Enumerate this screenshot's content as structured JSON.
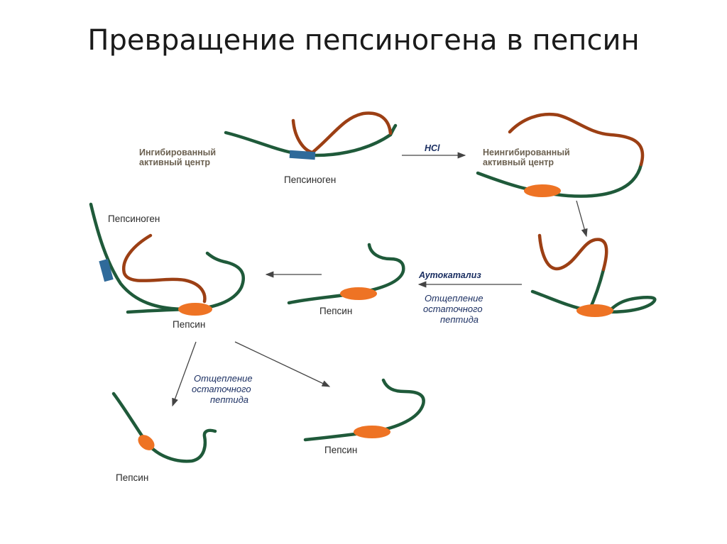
{
  "title": "Превращение пепсиногена в пепсин",
  "labels": {
    "inhibited_site": [
      "Ингибированный",
      "активный центр"
    ],
    "pepsinogen_top": "Пепсиноген",
    "hcl": "HCl",
    "uninhibited_site": [
      "Неингибированный",
      "активный центр"
    ],
    "pepsinogen_left": "Пепсиноген",
    "pepsin_left": "Пепсин",
    "pepsin_middle": "Пепсин",
    "autocatalysis": "Аутокатализ",
    "cleavage_right": [
      "Отщепление",
      "остаточного",
      "пептида"
    ],
    "cleavage_bottom": [
      "Отщепление",
      "остаточного",
      "пептида"
    ],
    "pepsin_bottom_left": "Пепсин",
    "pepsin_bottom_right": "Пепсин"
  },
  "colors": {
    "chain": "#1f5a3a",
    "propeptide": "#9c3f14",
    "active_site": "#ee7324",
    "inhibitor_block": "#2f6a9a"
  }
}
